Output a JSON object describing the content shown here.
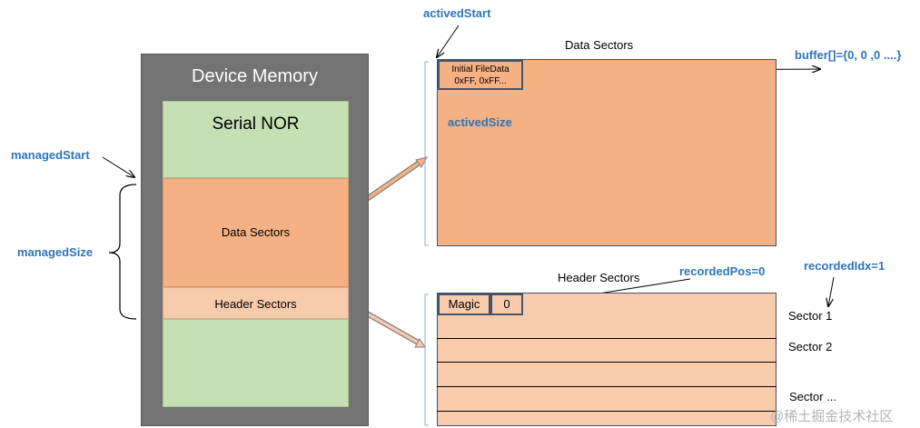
{
  "device_memory": {
    "title": "Device Memory",
    "serial_nor": "Serial NOR",
    "data_sectors": "Data Sectors",
    "header_sectors": "Header Sectors"
  },
  "left_labels": {
    "managed_start": "managedStart",
    "managed_size": "managedSize"
  },
  "data_panel": {
    "title": "Data Sectors",
    "actived_start": "activedStart",
    "actived_size": "activedSize",
    "initial_line1": "Initial FileData",
    "initial_line2": "0xFF, 0xFF...",
    "buffer": "buffer[]={0, 0 ,0 ....}"
  },
  "header_panel": {
    "title": "Header Sectors",
    "magic": "Magic",
    "value": "0",
    "recorded_pos": "recordedPos=0",
    "recorded_idx": "recordedIdx=1",
    "sectors": [
      "Sector 1",
      "Sector 2",
      "Sector ..."
    ]
  },
  "watermark": "@稀土掘金技术社区",
  "colors": {
    "device_gray": "#737373",
    "serial_green": "#c6e0b4",
    "data_orange": "#f4b183",
    "header_peach": "#f8cbad",
    "label_blue": "#2e75b6",
    "border_navy": "#44546a"
  }
}
